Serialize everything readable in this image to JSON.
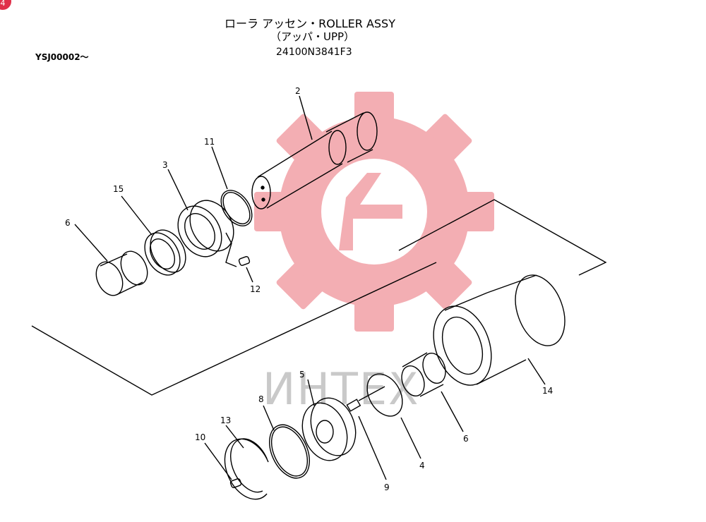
{
  "header": {
    "title_line1": "ローラ アッセン・ROLLER ASSY",
    "title_line2": "（アッパ・UPP）",
    "part_number": "24100N3841F3",
    "serial_range": "YSJ00002～"
  },
  "watermark": {
    "brand_text": "ИНТЕХ",
    "logo_color": "#f2a0a6",
    "text_color": "#c9c9c9"
  },
  "callouts": {
    "c2": "2",
    "c11": "11",
    "c3": "3",
    "c15": "15",
    "c6a": "6",
    "c12": "12",
    "c14": "14",
    "c5": "5",
    "c8": "8",
    "c13": "13",
    "c10": "10",
    "c9": "9",
    "c4": "4",
    "c6b": "6"
  },
  "corner_badge": "4"
}
